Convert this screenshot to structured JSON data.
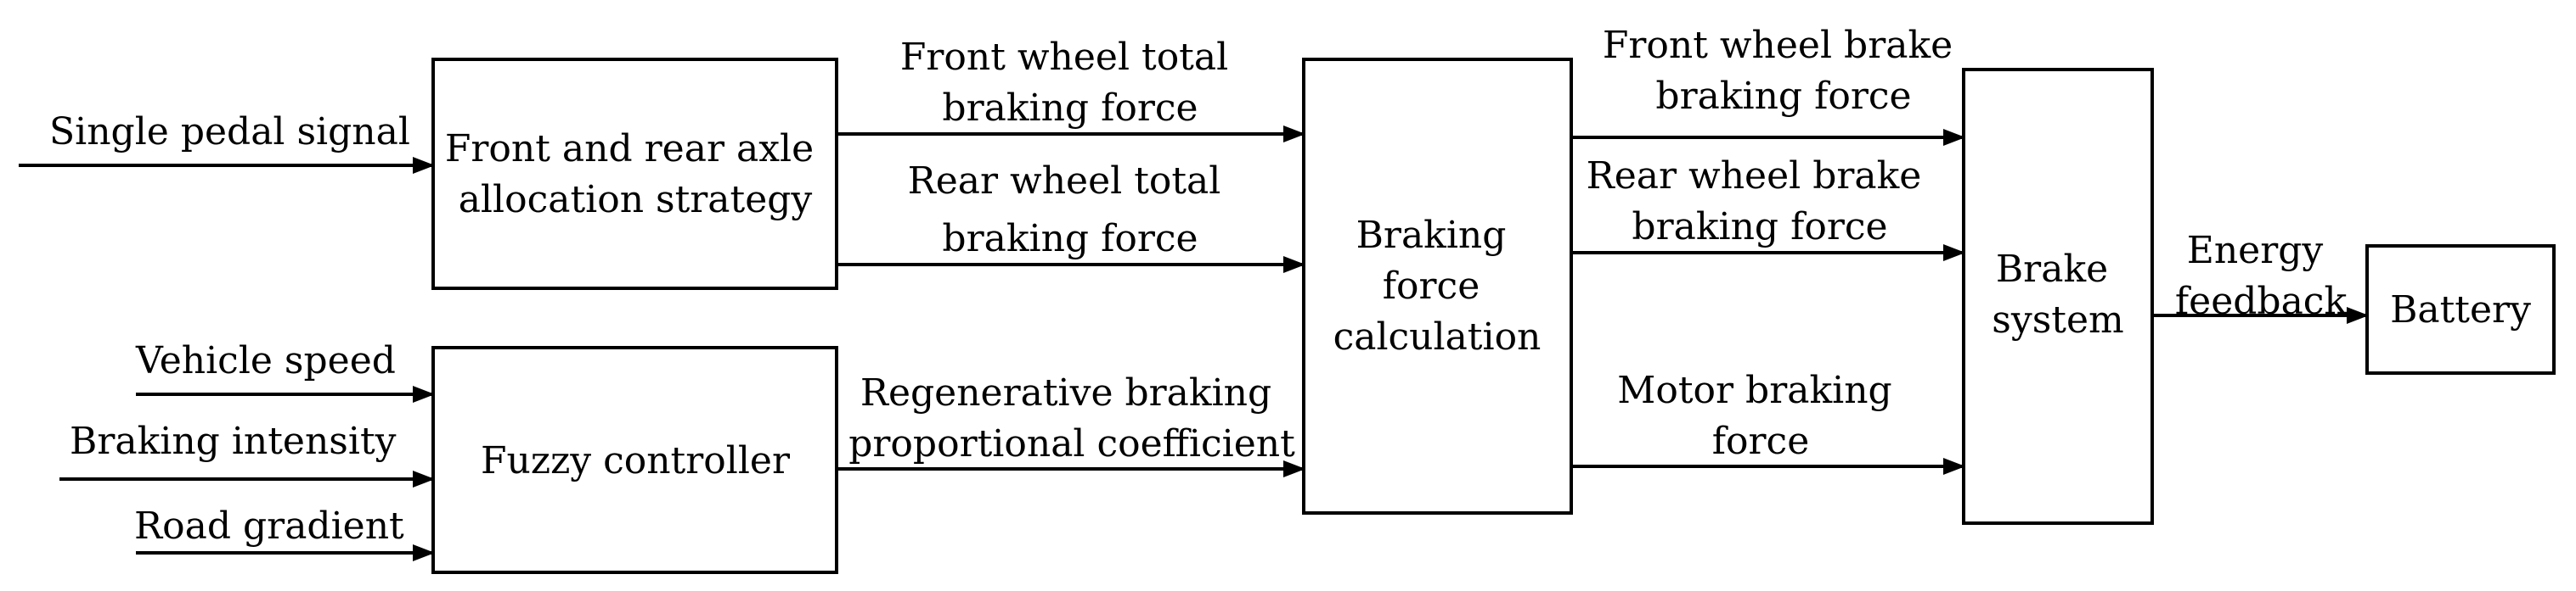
{
  "nodes": {
    "allocation": {
      "lines": [
        "Front and rear axle",
        "allocation strategy"
      ]
    },
    "fuzzy": {
      "lines": [
        "Fuzzy controller"
      ]
    },
    "calc": {
      "lines": [
        "Braking",
        "force",
        "calculation"
      ]
    },
    "brake": {
      "lines": [
        "Brake",
        "system"
      ]
    },
    "battery": {
      "lines": [
        "Battery"
      ]
    }
  },
  "inputs": {
    "pedal": "Single pedal signal",
    "speed": "Vehicle speed",
    "intensity": "Braking intensity",
    "gradient": "Road gradient"
  },
  "edges": {
    "front_total": [
      "Front wheel total",
      "braking force"
    ],
    "rear_total": [
      "Rear wheel total",
      "braking force"
    ],
    "regen": [
      "Regenerative braking",
      "proportional coefficient"
    ],
    "front_brake": [
      "Front wheel brake",
      "braking force"
    ],
    "rear_brake": [
      "Rear wheel brake",
      "braking force"
    ],
    "motor": [
      "Motor braking",
      "force"
    ],
    "energy": [
      "Energy",
      "feedback"
    ]
  }
}
